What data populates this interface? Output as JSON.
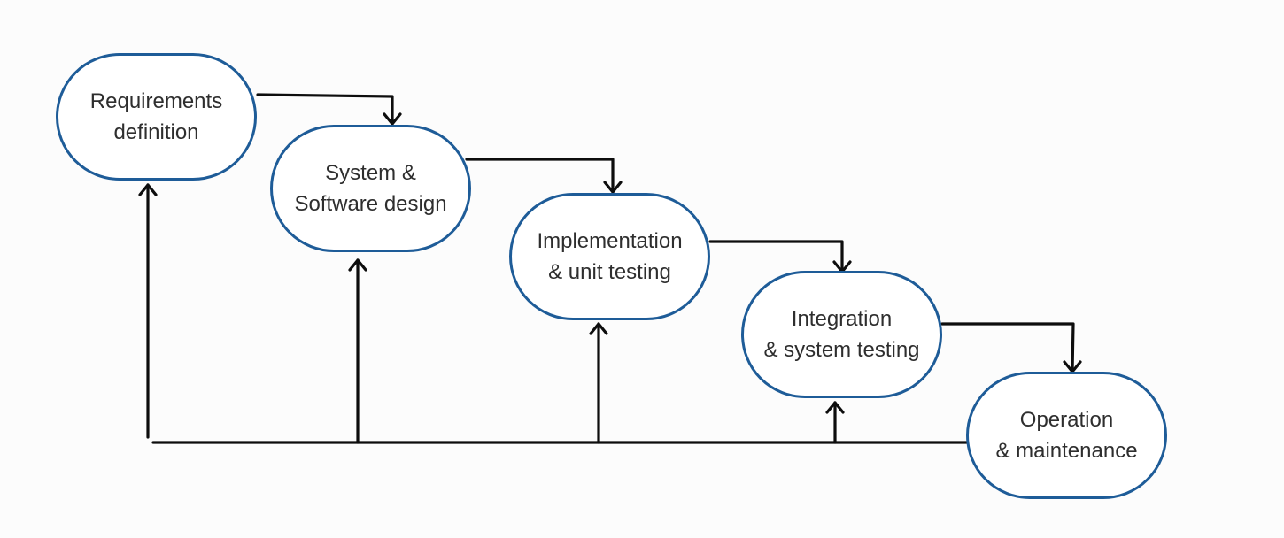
{
  "diagram": {
    "stages": [
      {
        "id": "requirements",
        "label": "Requirements\ndefinition"
      },
      {
        "id": "design",
        "label": "System &\nSoftware design"
      },
      {
        "id": "implementation",
        "label": "Implementation\n& unit testing"
      },
      {
        "id": "integration",
        "label": "Integration\n& system testing"
      },
      {
        "id": "operation",
        "label": "Operation\n& maintenance"
      }
    ],
    "forward_flow": [
      {
        "from": "requirements",
        "to": "design"
      },
      {
        "from": "design",
        "to": "implementation"
      },
      {
        "from": "implementation",
        "to": "integration"
      },
      {
        "from": "integration",
        "to": "operation"
      }
    ],
    "feedback_flow": {
      "from": "operation",
      "to": [
        "requirements",
        "design",
        "implementation",
        "integration"
      ]
    },
    "colors": {
      "node_border": "#1e5c98",
      "connector": "#0d0d0d",
      "text": "#2e2e2e",
      "background": "#fcfcfc"
    }
  }
}
